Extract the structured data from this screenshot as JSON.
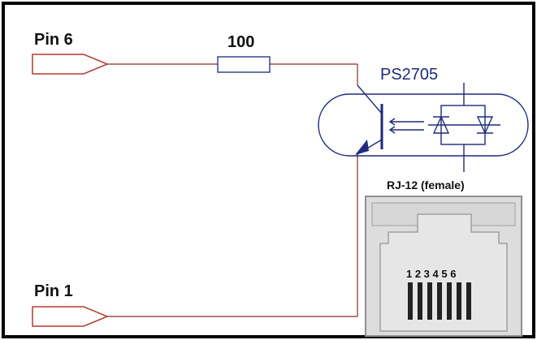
{
  "labels": {
    "pin6": "Pin 6",
    "pin1": "Pin 1",
    "resistor": "100",
    "optocoupler": "PS2705",
    "connector": "RJ-12  (female)",
    "connector_pins": "1 2 3 4 5 6"
  },
  "colors": {
    "wire": "#8b2a2a",
    "pin_outline": "#b33a2e",
    "optocoupler": "#1f2a7a",
    "frame": "#000000",
    "jack_body": "#dddddd",
    "jack_border": "#9a9a9a",
    "jack_contacts": "#222222"
  },
  "icons": {
    "pin_connector": "pin-flag-icon",
    "resistor": "resistor-icon",
    "transistor": "phototransistor-icon",
    "leds": "bidirectional-led-icon",
    "jack": "rj12-jack-icon"
  }
}
